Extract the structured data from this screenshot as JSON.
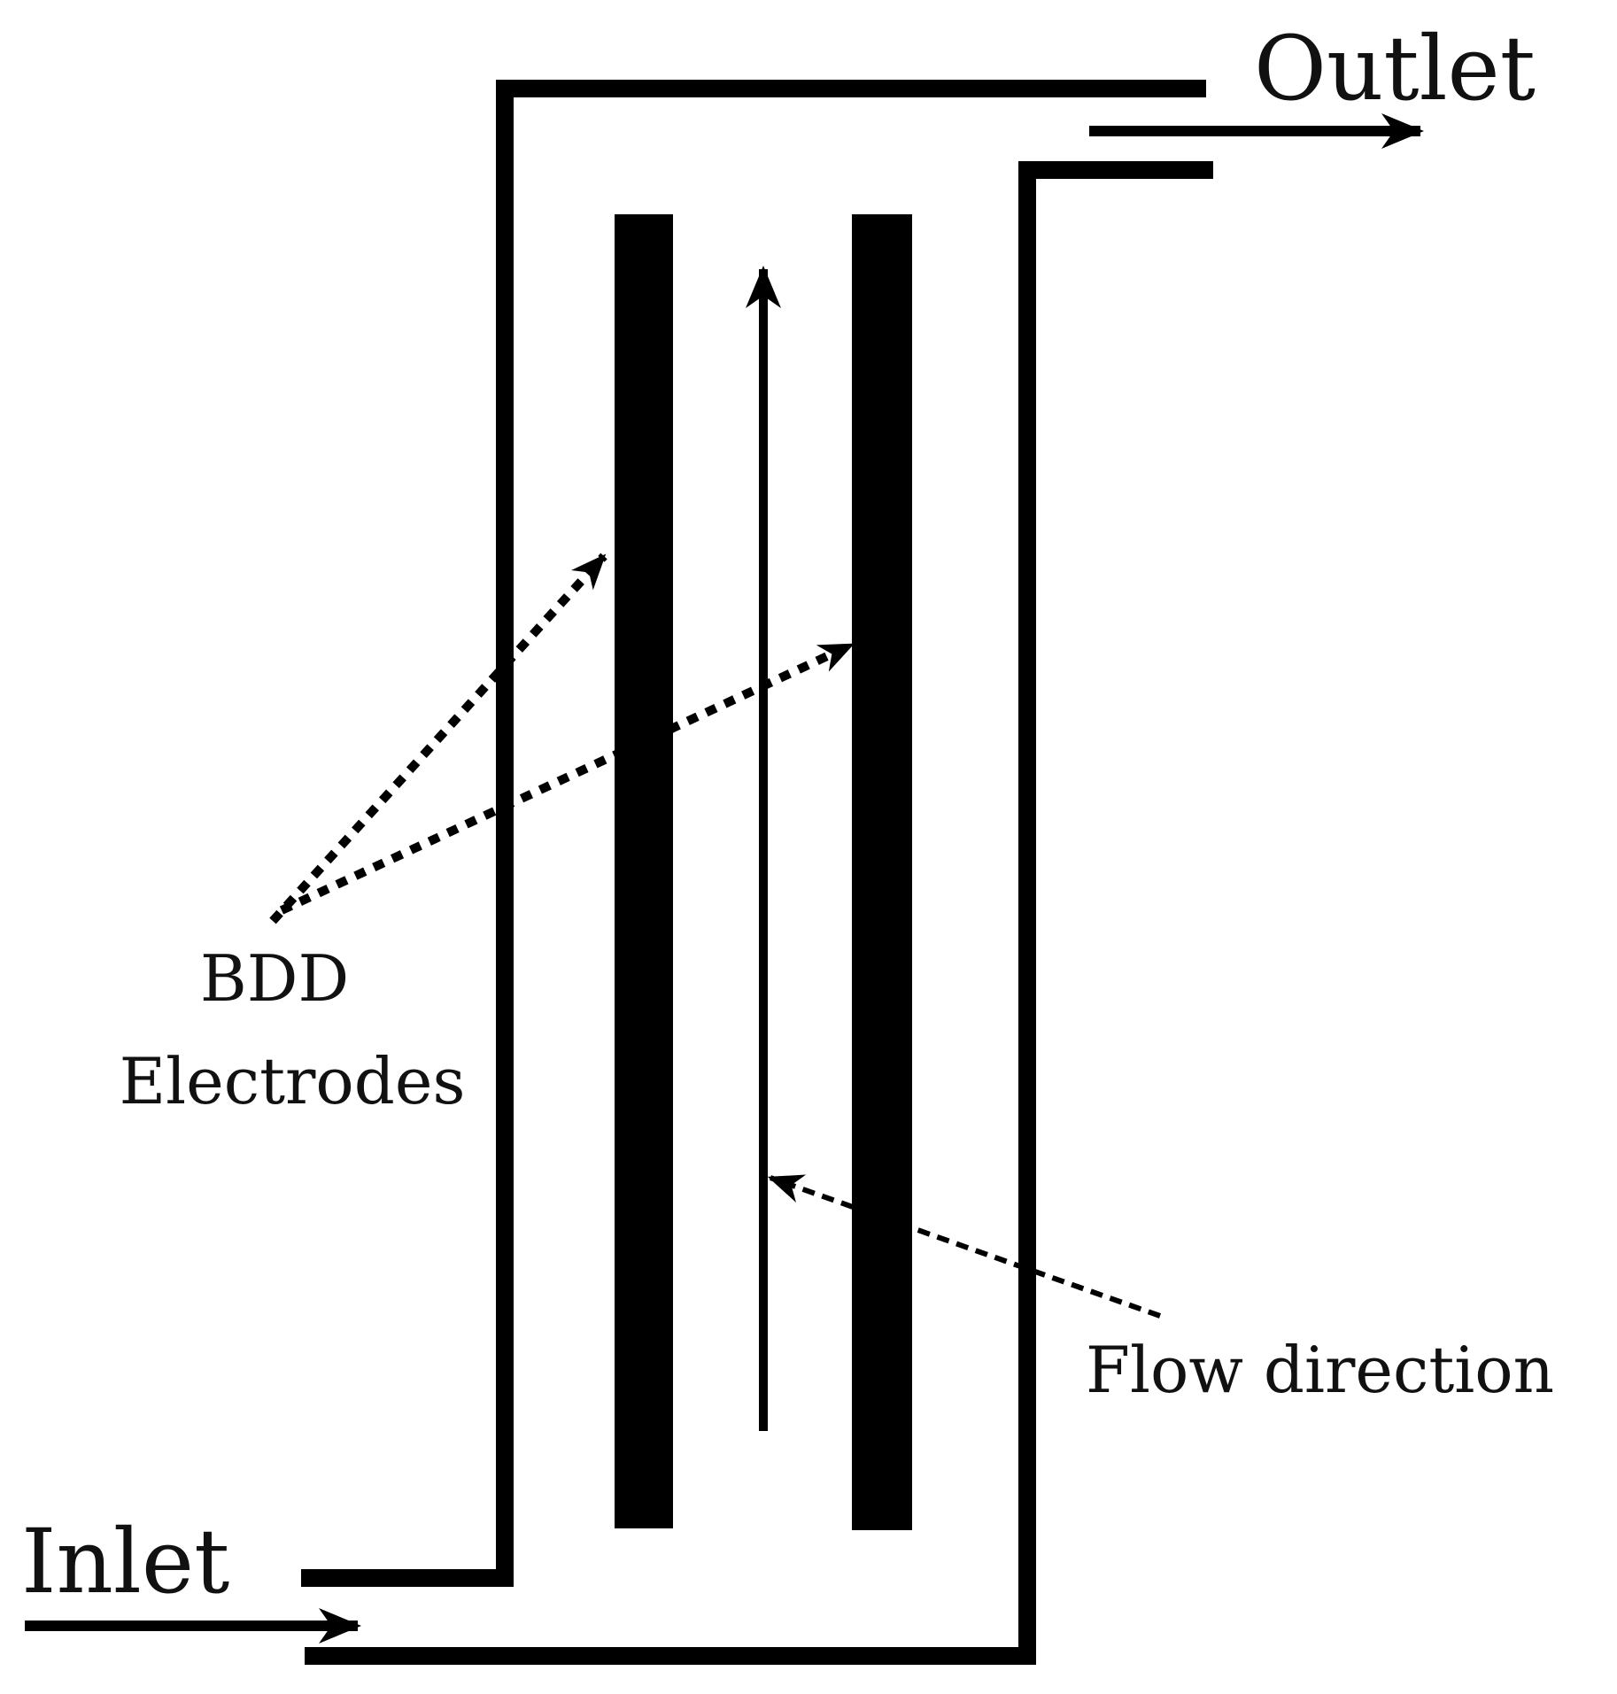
{
  "labels": {
    "outlet": "Outlet",
    "inlet": "Inlet",
    "bdd_line1": "BDD",
    "bdd_line2": "Electrodes",
    "flow_direction": "Flow direction"
  },
  "colors": {
    "ink": "#000000",
    "text": "#111111",
    "background": "#ffffff"
  }
}
